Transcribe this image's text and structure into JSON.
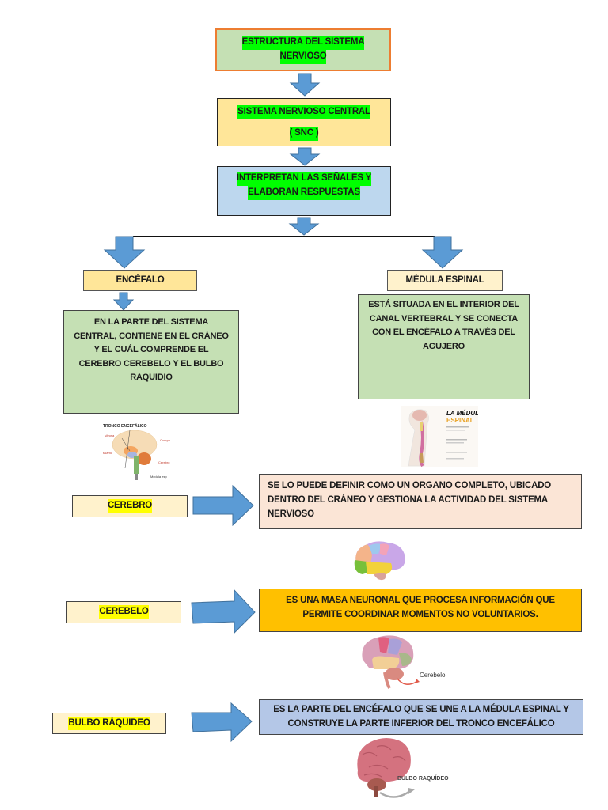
{
  "title": {
    "line1": "ESTRUCTURA DEL SISTEMA",
    "line2": "NERVIOSO"
  },
  "snc": {
    "line1": "SISTEMA NERVIOSO CENTRAL",
    "line2": "( SNC )"
  },
  "function": {
    "line1": "INTERPRETAN LAS SEÑALES Y",
    "line2": "ELABORAN RESPUESTAS"
  },
  "encefalo": {
    "label": "ENCÉFALO",
    "description": [
      "EN LA PARTE DEL SISTEMA",
      "CENTRAL, CONTIENE EN EL CRÁNEO",
      "Y EL CUÁL COMPRENDE EL",
      "CEREBRO CEREBELO Y EL BULBO",
      "RAQUIDIO"
    ],
    "image": {
      "icon": "brainstem-diagram-icon",
      "caption": "TRONCO ENCEFÁLICO",
      "labels": [
        "Cuerpo",
        "Cerebro",
        "Médula esp"
      ]
    }
  },
  "medula": {
    "label": "MÉDULA ESPINAL",
    "description": [
      "ESTÁ SITUADA EN EL INTERIOR DEL",
      "CANAL VERTEBRAL Y SE CONECTA",
      "CON EL ENCÉFALO A TRAVÉS DEL",
      "AGUJERO"
    ],
    "image": {
      "icon": "spinal-cord-icon",
      "title_line1": "LA MÉDULA",
      "title_line2": "ESPINAL"
    }
  },
  "parts": [
    {
      "label": "CEREBRO",
      "description": [
        "SE LO PUEDE DEFINIR COMO UN ORGANO COMPLETO, UBICADO",
        "DENTRO DEL CRÁNEO Y GESTIONA LA ACTIVIDAD DEL SISTEMA",
        "NERVIOSO"
      ],
      "image_icon": "colored-brain-icon"
    },
    {
      "label": "CEREBELO",
      "description": [
        "ES UNA MASA NEURONAL QUE PROCESA INFORMACIÓN QUE",
        "PERMITE COORDINAR MOMENTOS NO VOLUNTARIOS."
      ],
      "image_icon": "cerebellum-brain-icon",
      "image_caption": "Cerebelo"
    },
    {
      "label": "BULBO RÁQUIDEO",
      "description": [
        "ES LA PARTE DEL ENCÉFALO QUE SE UNE A LA MÉDULA ESPINAL Y",
        "CONSTRUYE LA PARTE INFERIOR DEL TRONCO ENCEFÁLICO"
      ],
      "image_icon": "medulla-brain-icon",
      "image_caption": "BULBO RAQUÍDEO"
    }
  ],
  "colors": {
    "arrow_fill": "#5b9bd5",
    "arrow_stroke": "#41719c",
    "title_fill": "#c5e0b4",
    "title_border": "#ed7d31",
    "snc_fill": "#ffe699",
    "function_fill": "#bdd7ee",
    "label_fill": "#ffe699",
    "desc_green": "#c5e0b4",
    "part_label_fill": "#fff2cc",
    "cerebro_desc_fill": "#fbe5d6",
    "cerebelo_desc_fill": "#ffc000",
    "bulbo_desc_fill": "#b4c7e7"
  }
}
